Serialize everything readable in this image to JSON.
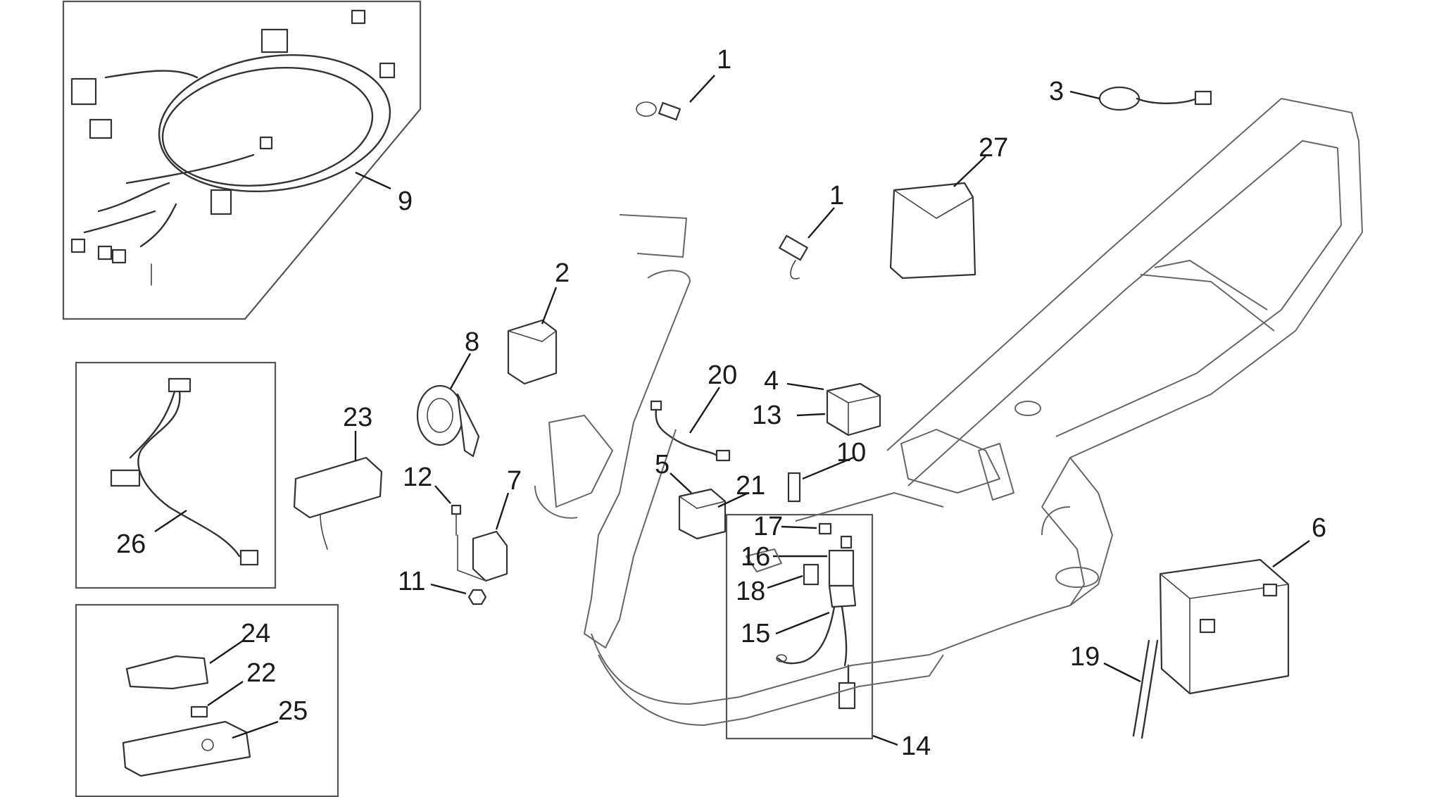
{
  "callouts": {
    "c1a": "1",
    "c1b": "1",
    "c2": "2",
    "c3": "3",
    "c4": "4",
    "c5": "5",
    "c6": "6",
    "c7": "7",
    "c8": "8",
    "c9": "9",
    "c10": "10",
    "c11": "11",
    "c12": "12",
    "c13": "13",
    "c14": "14",
    "c15": "15",
    "c16": "16",
    "c17": "17",
    "c18": "18",
    "c19": "19",
    "c20": "20",
    "c21": "21",
    "c22": "22",
    "c23": "23",
    "c24": "24",
    "c25": "25",
    "c26": "26",
    "c27": "27"
  },
  "colors": {
    "ink": "#1a1a1a",
    "line": "#333333",
    "background": "#ffffff"
  }
}
